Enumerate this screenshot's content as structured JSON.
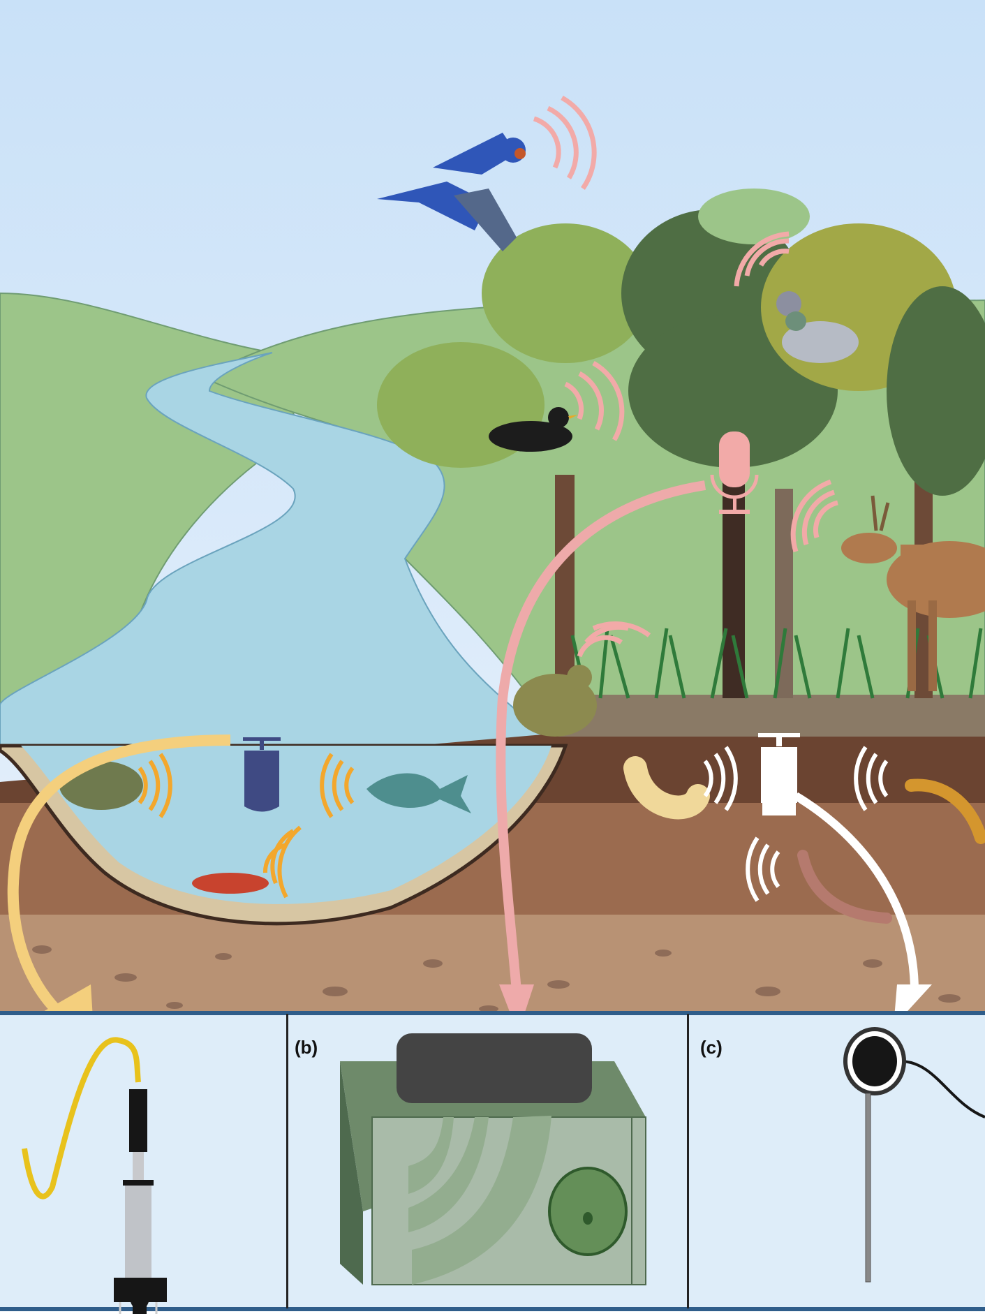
{
  "panels": [
    {
      "label": "",
      "device": "hydrophone"
    },
    {
      "label": "(b)",
      "device": "acoustic-recorder"
    },
    {
      "label": "(c)",
      "device": "soil-contact-microphone"
    }
  ],
  "colors": {
    "sky_top": "#c9e1f8",
    "sky_bottom": "#e4effb",
    "water": "#a9d5e4",
    "aquatic_signal": "#f3a72c",
    "terrestrial_signal": "#f2aaa8",
    "soil_signal": "#ffffff",
    "panel_bg": "#deedf9",
    "panel_border": "#2f5d8a"
  }
}
